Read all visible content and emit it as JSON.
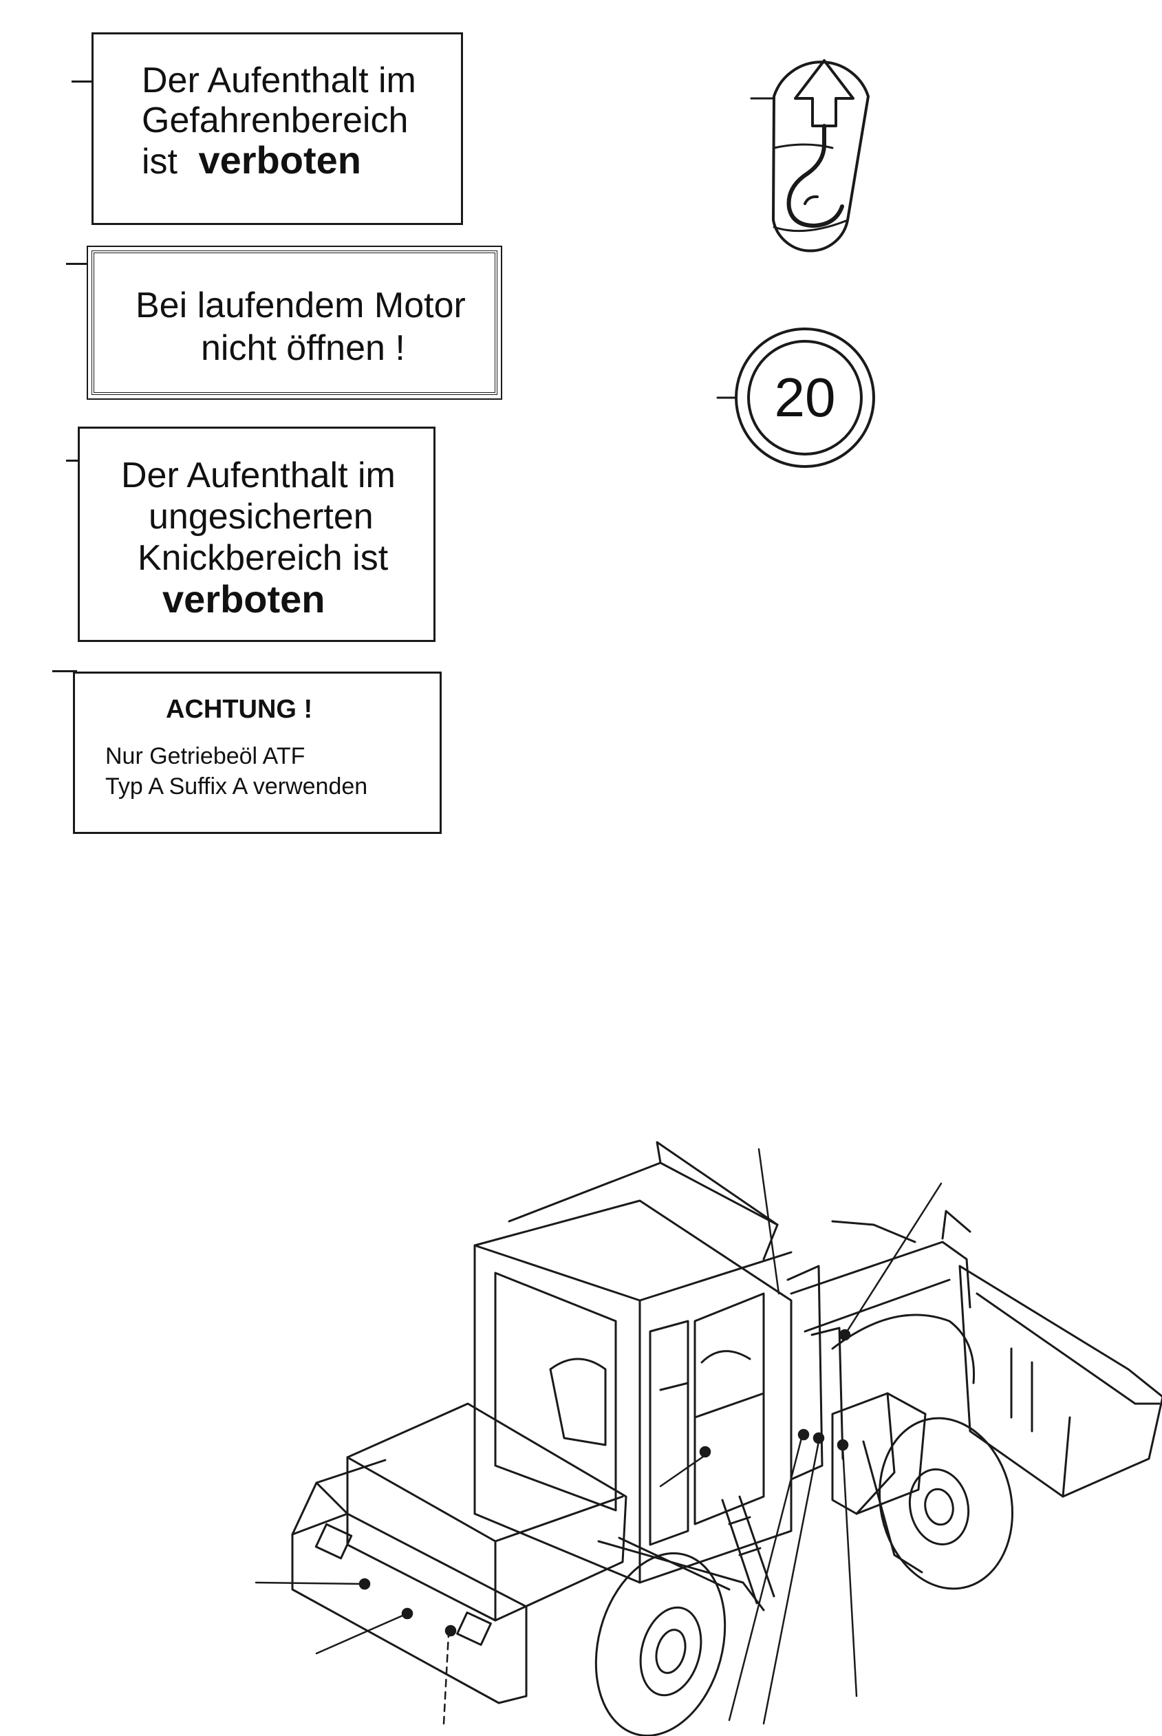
{
  "sign_gefahrenbereich": {
    "line1": "Der Aufenthalt im",
    "line2": "Gefahrenbereich",
    "line3_prefix": "ist",
    "line3_bold": "verboten"
  },
  "sign_motor": {
    "line1": "Bei laufendem Motor",
    "line2": "nicht öffnen !"
  },
  "sign_knickbereich": {
    "line1": "Der Aufenthalt im",
    "line2": "ungesicherten",
    "line3": "Knickbereich ist",
    "line4_bold": "verboten"
  },
  "sign_achtung": {
    "heading": "ACHTUNG !",
    "line1": "Nur Getriebeöl ATF",
    "line2": "Typ A Suffix A verwenden"
  },
  "speed_badge": {
    "value": "20"
  },
  "icons": {
    "lift_hook": "lifting-hook-arrow-icon"
  }
}
